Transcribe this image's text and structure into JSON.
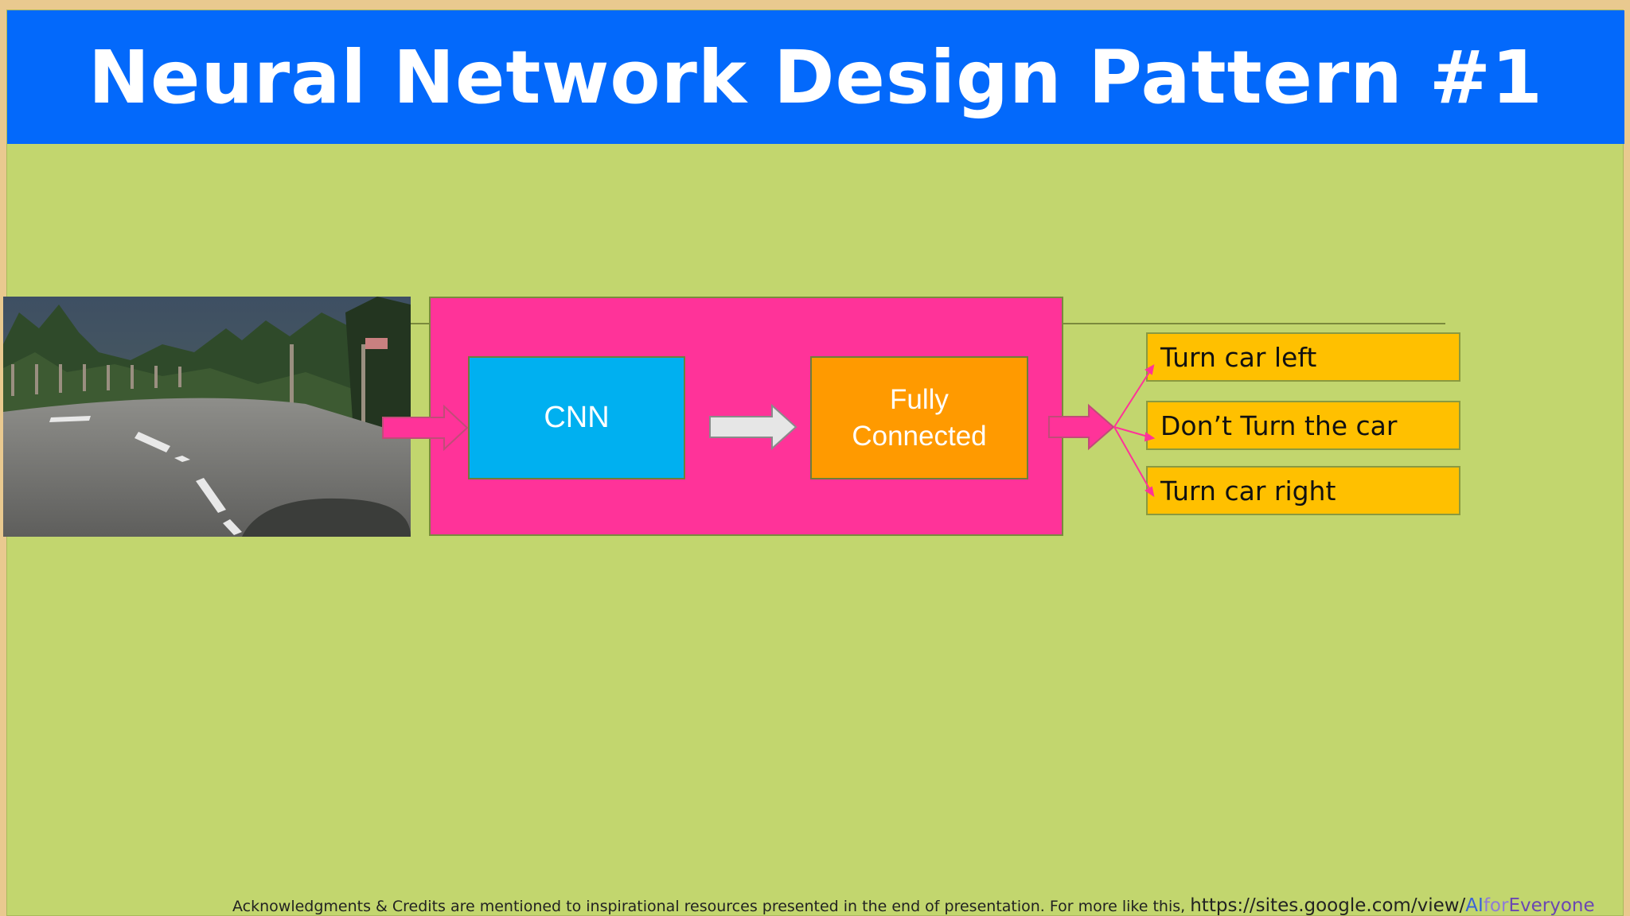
{
  "slide": {
    "title": "Neural Network Design Pattern #1"
  },
  "diagram": {
    "cnn_label": "CNN",
    "fc_label_line1": "Fully",
    "fc_label_line2": "Connected",
    "outputs": [
      "Turn car left",
      "Don’t Turn the car",
      "Turn car right"
    ]
  },
  "footer": {
    "credits": "Acknowledgments & Credits are mentioned to inspirational resources presented in the end of presentation.  For more like this,",
    "url_base": "https://sites.google.com/view/",
    "url_part_ai": "AI",
    "url_part_for": "for",
    "url_part_everyone": "Everyone"
  },
  "colors": {
    "title_bar": "#0369fb",
    "slide_bg": "#c2d66e",
    "panel": "#ff3399",
    "cnn": "#00b0f0",
    "fully_connected": "#ff9a00",
    "outputs": "#ffc000"
  }
}
